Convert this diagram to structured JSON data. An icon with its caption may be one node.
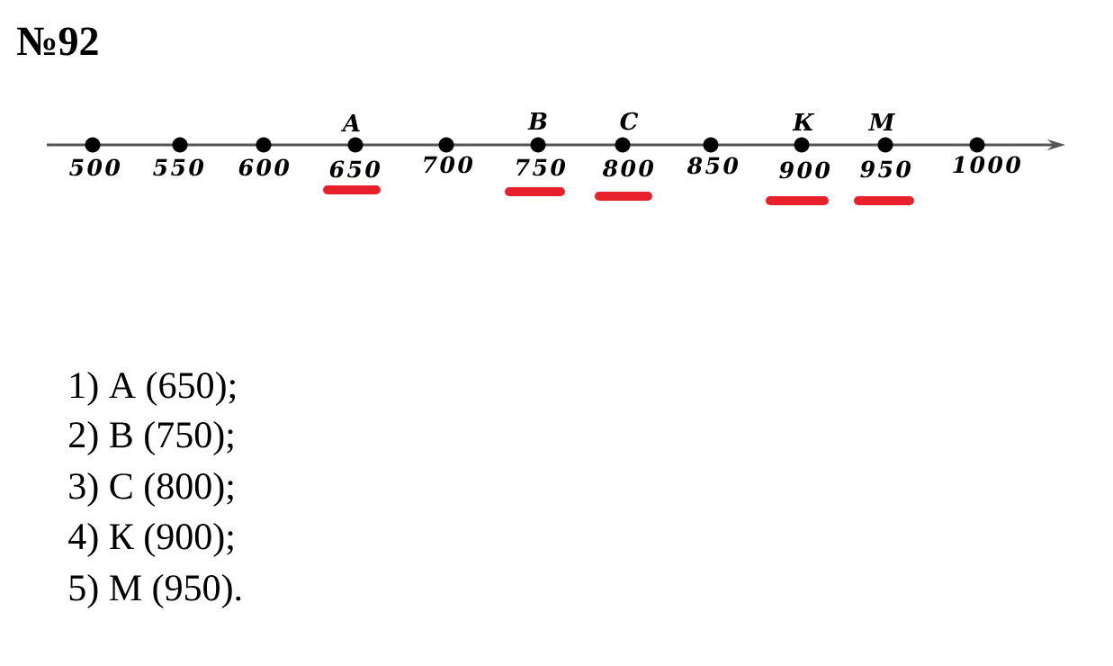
{
  "diagram": {
    "title": "№92",
    "labels": [
      "А",
      "В",
      "С",
      "К",
      "М",
      "500",
      "550",
      "600",
      "650",
      "700",
      "750",
      "800",
      "850",
      "900",
      "950",
      "1000",
      "1) А (650);",
      "2) В (750);",
      "3) С (800);",
      "4) К (900);",
      "5) М (950)."
    ]
  }
}
